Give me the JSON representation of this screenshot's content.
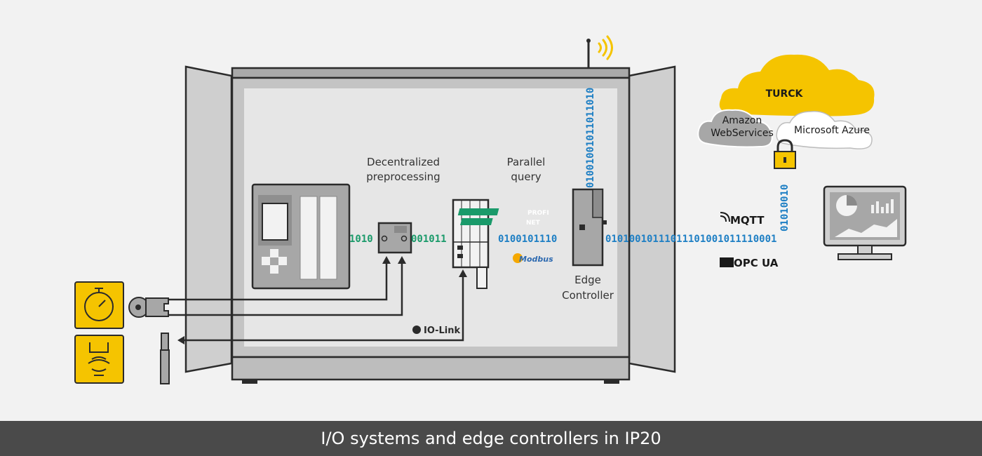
{
  "caption": "I/O systems and edge controllers in IP20",
  "labels": {
    "decentralized_line1": "Decentralized",
    "decentralized_line2": "preprocessing",
    "parallel_line1": "Parallel",
    "parallel_line2": "query",
    "edge_line1": "Edge",
    "edge_line2": "Controller",
    "amazon_line1": "Amazon",
    "amazon_line2": "WebServices",
    "azure": "Microsoft Azure",
    "turck": "TURCK",
    "mqtt": "MQTT",
    "opcua": "OPC UA",
    "iolink": "IO-Link",
    "profinet_top": "PROFI",
    "profinet_bottom": "NET",
    "modbus": "Modbus"
  },
  "bitstreams": {
    "left": "1010",
    "mid": "001011",
    "middle2": "0100101110",
    "right": "01010010111011101001011110001",
    "vertical_antenna": "01001001011011010",
    "vertical_lock": "01010010"
  },
  "colors": {
    "green_bits": "#1a9a6a",
    "blue_bits": "#1e7fc4",
    "cloud_yellow": "#f5c400",
    "sensor_yellow": "#f5c400",
    "cabinet_gray": "#c8c8c8",
    "dark_line": "#2b2b2b",
    "caption_bg": "#4a4a4a"
  }
}
